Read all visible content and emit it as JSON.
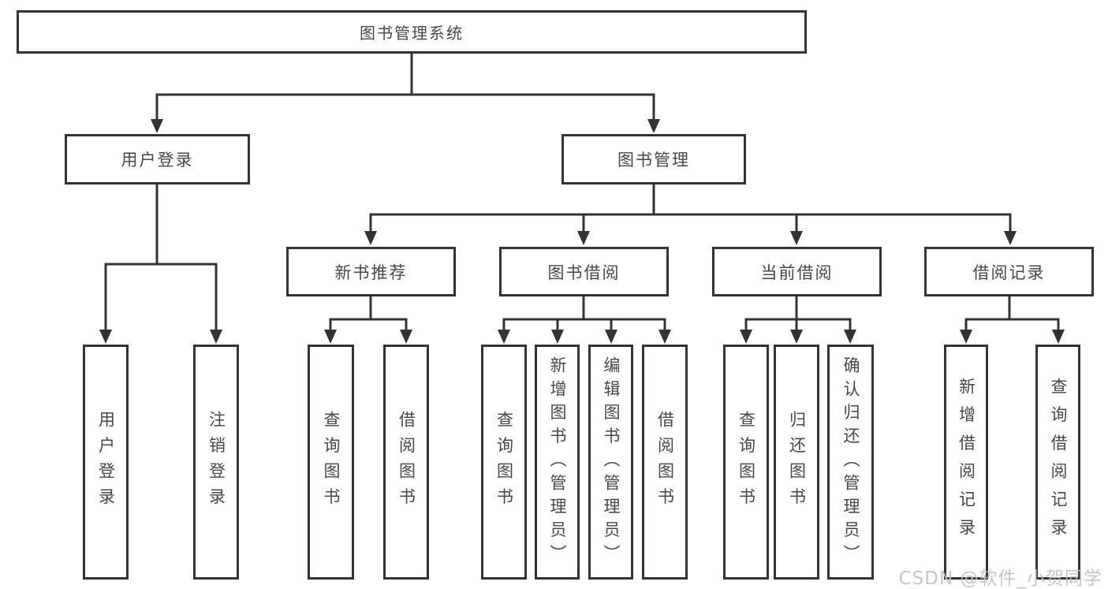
{
  "diagram": {
    "title": "图书管理系统",
    "root": "图书管理系统",
    "level2": [
      "用户登录",
      "图书管理"
    ],
    "level3": [
      "新书推荐",
      "图书借阅",
      "当前借阅",
      "借阅记录"
    ],
    "leaves": {
      "user_login": [
        "用户登录",
        "注销登录"
      ],
      "new_books": [
        "查询图书",
        "借阅图书"
      ],
      "book_borrowing": [
        "查询图书",
        "新增图书（管理员）",
        "编辑图书（管理员）",
        "借阅图书"
      ],
      "current_borrowing": [
        "查询图书",
        "归还图书",
        "确认归还（管理员）"
      ],
      "borrowing_records": [
        "新增借阅记录",
        "查询借阅记录"
      ]
    }
  },
  "watermark": "CSDN @软件_小贺同学",
  "colors": {
    "line": "#333333",
    "box_border": "#333333",
    "text": "#474747",
    "watermark": "#c7bfbf",
    "background": "#ffffff"
  }
}
